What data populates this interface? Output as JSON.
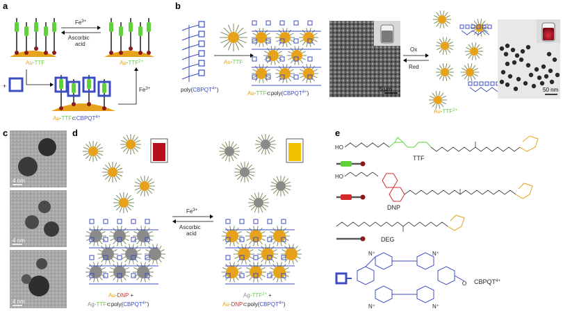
{
  "panels": {
    "a": "a",
    "b": "b",
    "c": "c",
    "d": "d",
    "e": "e"
  },
  "panel_a": {
    "fe3_top": "Fe",
    "fe3_top_sup": "3+",
    "ascorbic_1": "Ascorbic",
    "ascorbic_2": "acid",
    "au_ttf_left_au": "Au",
    "au_ttf_left_dot": "·",
    "au_ttf_left_ttf": "TTF",
    "au_ttf2_au": "Au",
    "au_ttf2_dot": "·",
    "au_ttf2_ttf": "TTF",
    "au_ttf2_sup": "2+",
    "plus": "+",
    "fe3_bottom": "Fe",
    "fe3_bottom_sup": "3+",
    "au_ttf_cbpqt_au": "Au",
    "au_ttf_cbpqt_dot": "·",
    "au_ttf_cbpqt_ttf": "TTF",
    "au_ttf_cbpqt_sub": "⊂",
    "au_ttf_cbpqt_cb": "CBPQT",
    "au_ttf_cbpqt_sup": "4+"
  },
  "panel_b": {
    "poly_label_pre": "poly(",
    "poly_label_cb": "CBPQT",
    "poly_label_sup": "4+",
    "poly_label_post": ")",
    "au_ttf_au": "Au",
    "au_ttf_dot": "·",
    "au_ttf_ttf": "TTF",
    "composite_au": "Au",
    "composite_dot": "·",
    "composite_ttf": "TTF",
    "composite_sub": "⊂poly(",
    "composite_cb": "CBPQT",
    "composite_sup": "4+",
    "composite_post": ")",
    "ox": "Ox",
    "red": "Red",
    "scale_sem": "5 μm",
    "scale_tem": "50 nm",
    "au_ttf2_au": "Au",
    "au_ttf2_dot": "·",
    "au_ttf2_ttf": "TTF",
    "au_ttf2_sup": "2+"
  },
  "panel_c": {
    "scale_1": "4 nm",
    "scale_2": "4 nm",
    "scale_3": "4 nm"
  },
  "panel_d": {
    "fe3": "Fe",
    "fe3_sup": "3+",
    "ascorbic_1": "Ascorbic",
    "ascorbic_2": "acid",
    "left_line1_au": "Au",
    "left_line1_dot": "·",
    "left_line1_dnp": "DNP",
    "left_line1_plus": " +",
    "left_line2_ag": "Ag",
    "left_line2_dot": "·",
    "left_line2_ttf": "TTF",
    "left_line2_sub": "⊂poly(",
    "left_line2_cb": "CBPQT",
    "left_line2_sup": "4+",
    "left_line2_post": ")",
    "right_line1_ag": "Ag",
    "right_line1_dot": "·",
    "right_line1_ttf": "TTF",
    "right_line1_sup": "2+",
    "right_line1_plus": " +",
    "right_line2_au": "Au",
    "right_line2_dot": "·",
    "right_line2_dnp": "DNP",
    "right_line2_sub": "⊂poly(",
    "right_line2_cb": "CBPQT",
    "right_line2_sup": "4+",
    "right_line2_post": ")"
  },
  "panel_e": {
    "ttf_label": "TTF",
    "dnp_label": "DNP",
    "deg_label": "DEG",
    "ho1": "HO",
    "ho2": "HO",
    "cbpqt_label": "CBPQT",
    "cbpqt_sup": "4+",
    "n_plus": "N⁺"
  },
  "colors": {
    "gold": "#e6a21a",
    "ttf_green": "#5fd23a",
    "dnp_red": "#d42a2a",
    "cbpqt_blue": "#3b4cc0",
    "silver": "#8a8a8a",
    "lipoic_orange": "#e6a21a"
  }
}
